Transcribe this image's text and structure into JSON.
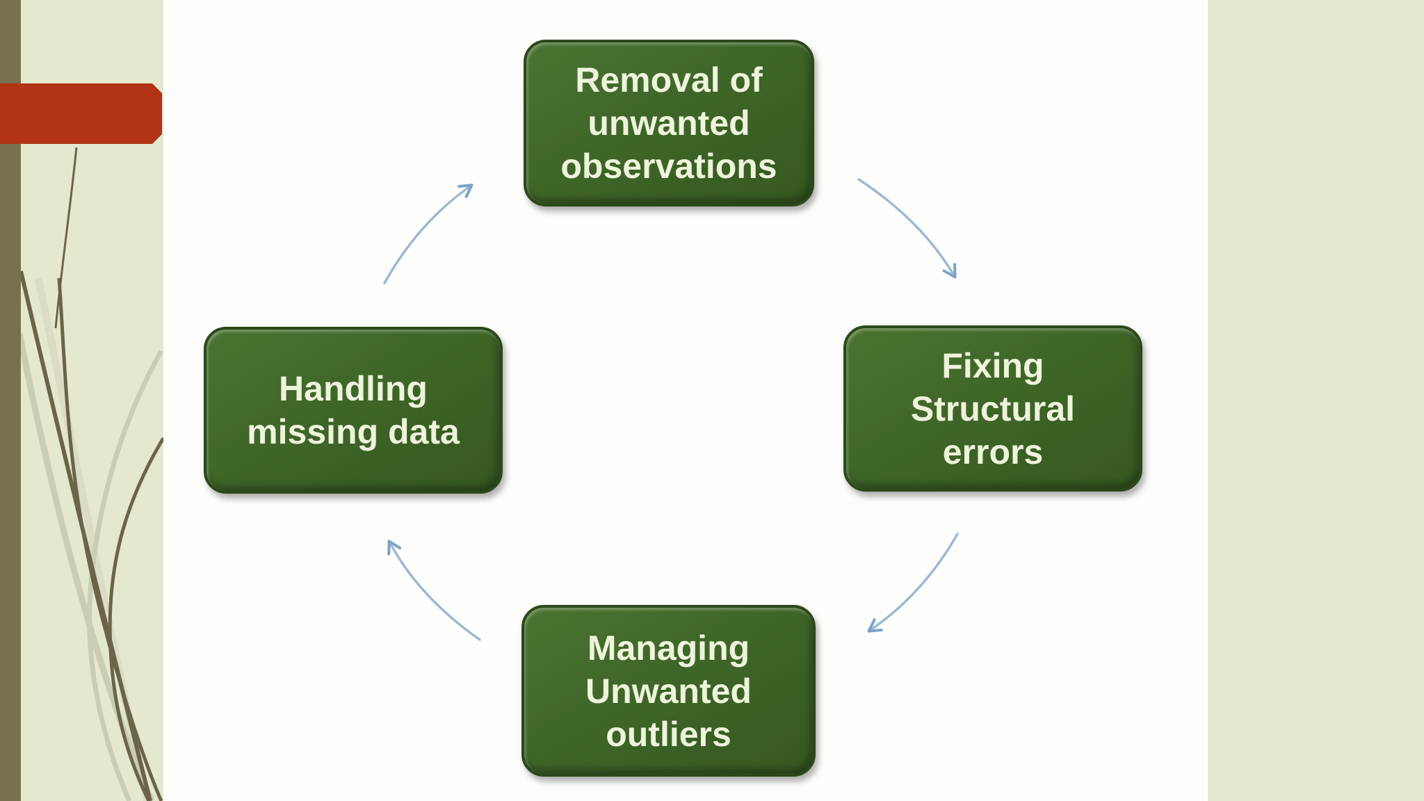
{
  "slide": {
    "kind": "presentation-slide",
    "diagram": {
      "type": "cycle",
      "flow": "clockwise",
      "nodes": [
        {
          "key": "top",
          "label": "Removal of\nunwanted\nobservations"
        },
        {
          "key": "right",
          "label": "Fixing\nStructural\nerrors"
        },
        {
          "key": "bottom",
          "label": "Managing\nUnwanted\noutliers"
        },
        {
          "key": "left",
          "label": "Handling\nmissing data"
        }
      ],
      "arrows": [
        {
          "name": "left-to-top"
        },
        {
          "name": "top-to-right"
        },
        {
          "name": "right-to-bottom"
        },
        {
          "name": "bottom-to-left"
        }
      ]
    },
    "colors": {
      "node_fill": "#3f6629",
      "node_border": "#2b4819",
      "node_text": "#eef4dc",
      "arrow_line": "#9db8d4",
      "arrow_head": "#7ba3c9",
      "banner_red": "#b23315",
      "panel_beige": "#e4e9ce",
      "stripe_olive": "#77714f",
      "curve_dark": "#6b6449",
      "curve_light": "#c9cdb1",
      "canvas_white": "#fdfdfb"
    }
  }
}
